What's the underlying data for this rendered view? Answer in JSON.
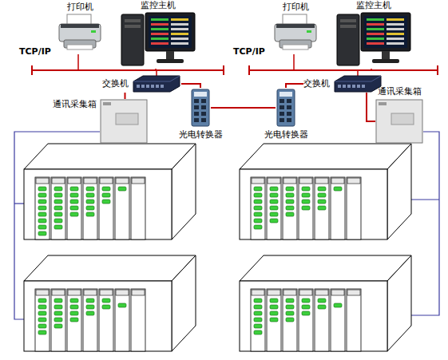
{
  "diagram": {
    "nodes": [
      {
        "text": [
          "打印机"
        ]
      },
      {
        "text": [
          "监控主机"
        ]
      },
      {
        "text": [
          "打印机"
        ]
      },
      {
        "text": [
          "监控主机"
        ]
      },
      {
        "text": [
          "交换机"
        ]
      },
      {
        "text": [
          "光电转换器"
        ]
      },
      {
        "text": [
          "光电转换器"
        ]
      },
      {
        "text": [
          "交换机"
        ]
      },
      {
        "text": [
          "通讯采集箱"
        ]
      },
      {
        "text": [
          "通讯采集箱"
        ]
      }
    ],
    "edges": [
      {
        "from": 4,
        "to": 5,
        "arrow": "none"
      },
      {
        "from": 5,
        "to": 6,
        "arrow": "none"
      },
      {
        "from": 7,
        "to": 6,
        "arrow": "none"
      },
      {
        "from": 4,
        "to": 8,
        "arrow": "none"
      },
      {
        "from": 7,
        "to": 9,
        "arrow": "none"
      }
    ],
    "labels": [
      "TCP/IP",
      "TCP/IP"
    ]
  }
}
